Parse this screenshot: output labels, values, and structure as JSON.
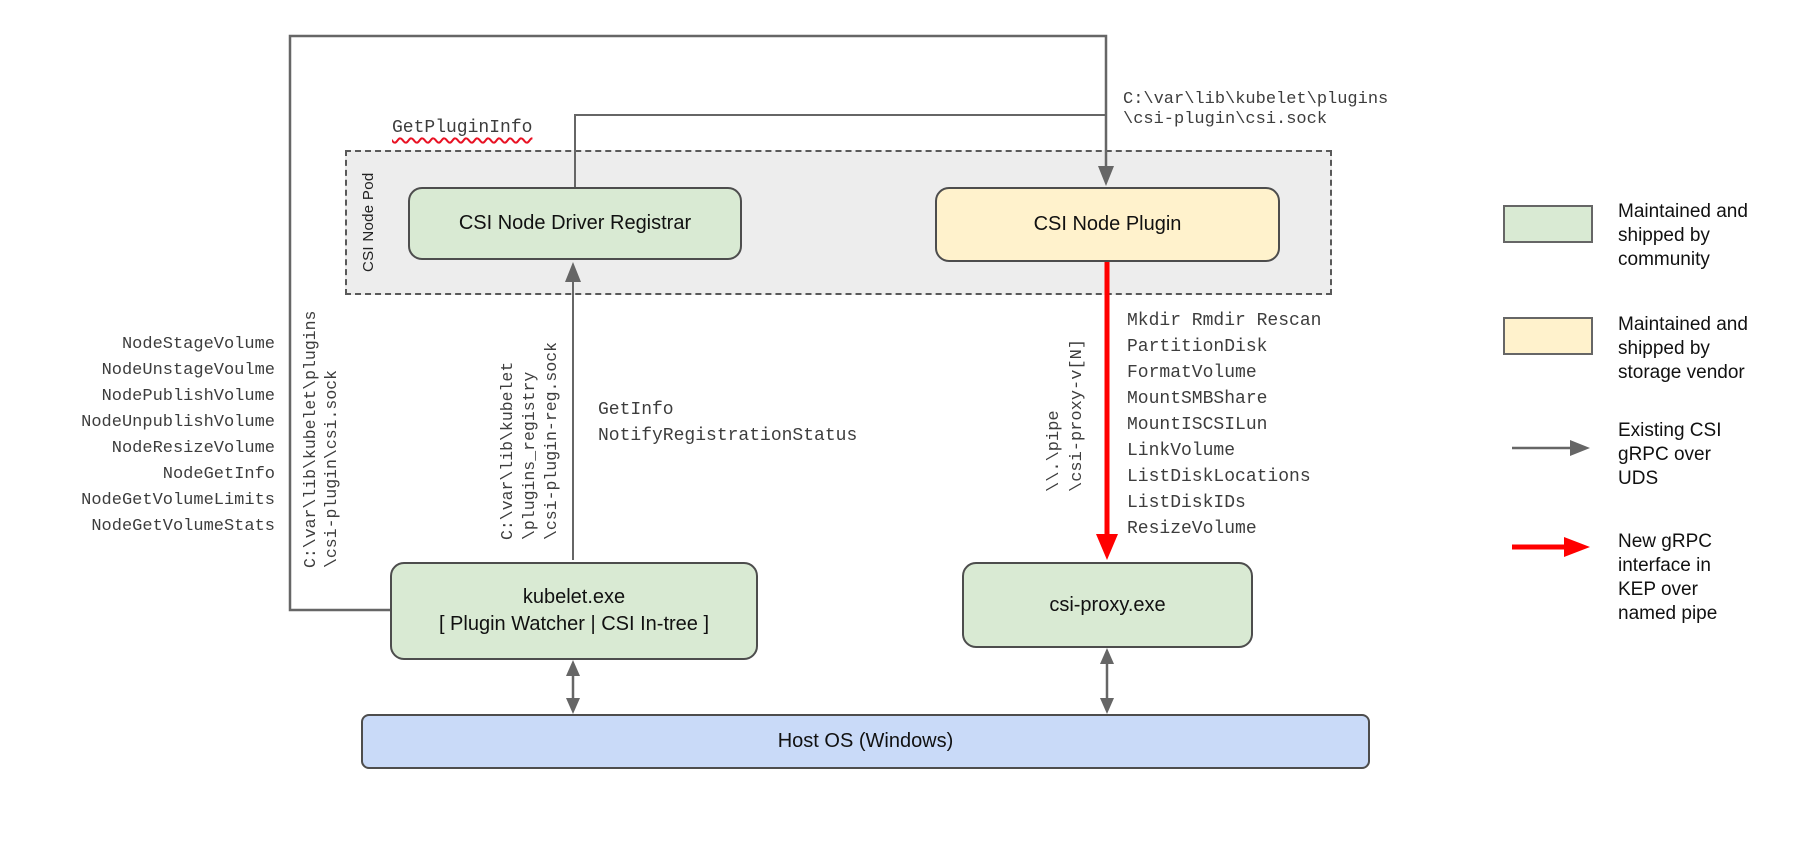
{
  "pod": {
    "label": "CSI Node Pod"
  },
  "nodes": {
    "registrar": "CSI Node Driver Registrar",
    "plugin": "CSI Node Plugin",
    "kubelet_line1": "kubelet.exe",
    "kubelet_line2": "[ Plugin Watcher | CSI In-tree ]",
    "csi_proxy": "csi-proxy.exe",
    "host_os": "Host OS (Windows)"
  },
  "edge_labels": {
    "get_plugin_info": "GetPluginInfo",
    "csi_sock_top": [
      "C:\\var\\lib\\kubelet\\plugins",
      "\\csi-plugin\\csi.sock"
    ],
    "csi_sock_left": [
      "C:\\var\\lib\\kubelet\\plugins",
      "\\csi-plugin\\csi.sock"
    ],
    "reg_sock": [
      "C:\\var\\lib\\kubelet",
      "\\plugins_registry",
      "\\csi-plugin-reg.sock"
    ],
    "registration_api": [
      "GetInfo",
      "NotifyRegistrationStatus"
    ],
    "named_pipe": [
      "\\\\.\\pipe",
      "\\csi-proxy-v[N]"
    ],
    "node_methods": [
      "NodeStageVolume",
      "NodeUnstageVoulme",
      "NodePublishVolume",
      "NodeUnpublishVolume",
      "NodeResizeVolume",
      "NodeGetInfo",
      "NodeGetVolumeLimits",
      "NodeGetVolumeStats"
    ],
    "proxy_methods": [
      "Mkdir Rmdir Rescan",
      "PartitionDisk",
      "FormatVolume",
      "MountSMBShare",
      "MountISCSILun",
      "LinkVolume",
      "ListDiskLocations",
      "ListDiskIDs",
      "ResizeVolume"
    ]
  },
  "legend": [
    {
      "type": "swatch-green",
      "lines": [
        "Maintained and",
        "shipped by",
        "community"
      ]
    },
    {
      "type": "swatch-yellow",
      "lines": [
        "Maintained and",
        "shipped by",
        "storage vendor"
      ]
    },
    {
      "type": "arrow-gray",
      "lines": [
        "Existing CSI",
        "gRPC over",
        "UDS"
      ]
    },
    {
      "type": "arrow-red",
      "lines": [
        "New gRPC",
        "interface in",
        "KEP over",
        "named pipe"
      ]
    }
  ],
  "colors": {
    "community_green": "#d9ead3",
    "vendor_yellow": "#fff2cc",
    "host_blue": "#c9daf8",
    "pod_fill": "#ededed",
    "line_gray": "#666666",
    "arrow_red": "#ff0000",
    "squiggle_red": "#e81123"
  }
}
